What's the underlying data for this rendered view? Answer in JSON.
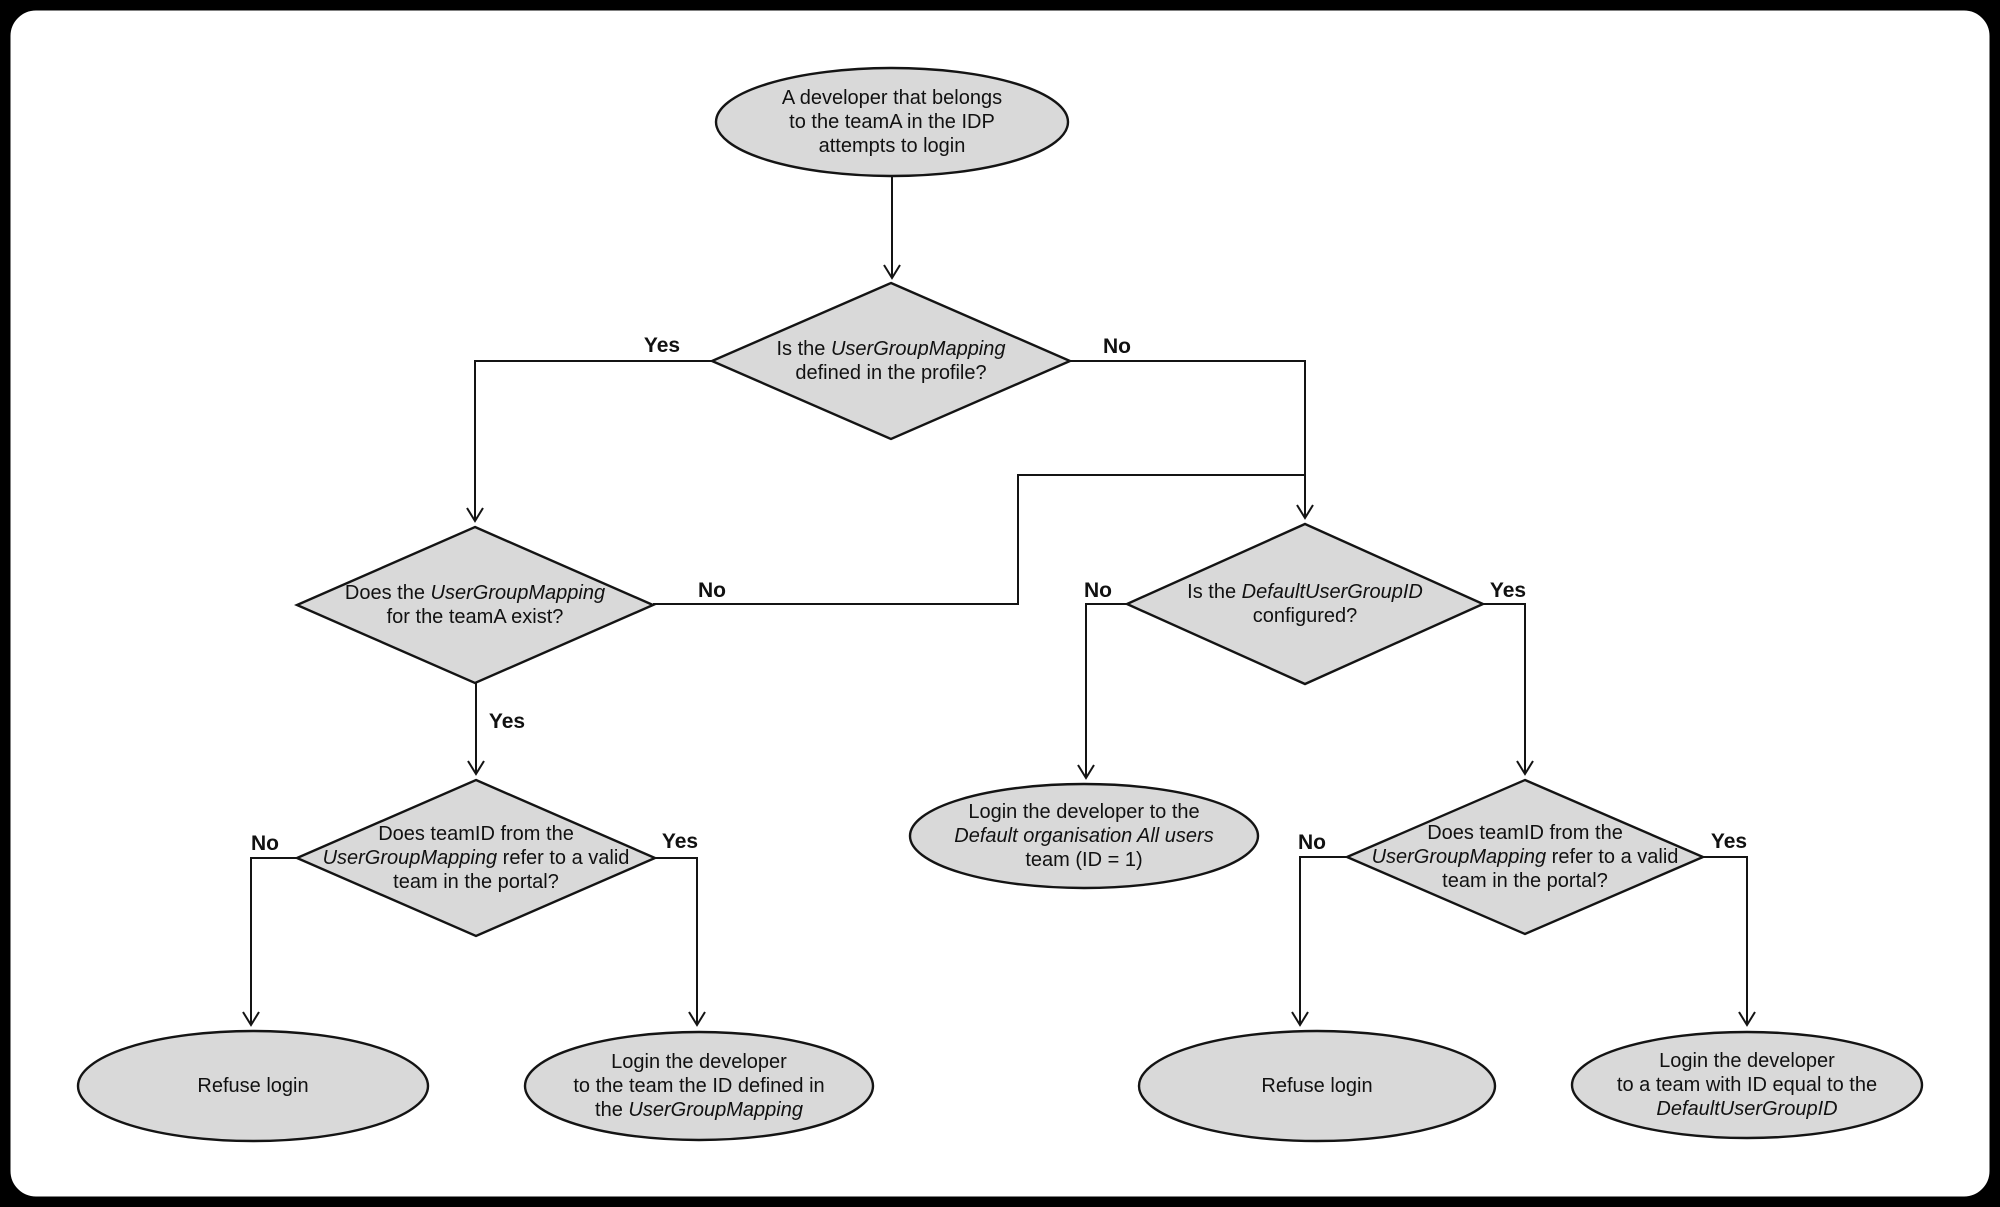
{
  "colors": {
    "page_background": "#000000",
    "canvas_background": "#ffffff",
    "frame_border": "#000000",
    "node_fill": "#d9d9d9",
    "node_stroke": "#141414",
    "edge": "#141414",
    "text": "#111111"
  },
  "nodes": {
    "start": {
      "line1": "A developer that belongs",
      "line2": "to the teamA in the IDP",
      "line3": "attempts to login"
    },
    "d1": {
      "l1a": "Is the ",
      "l1b": "UserGroupMapping",
      "l2": "defined in the profile?"
    },
    "d2": {
      "l1a": "Does the ",
      "l1b": "UserGroupMapping",
      "l2": "for the teamA exist?"
    },
    "d3": {
      "l1a": "Is the ",
      "l1b": "DefaultUserGroupID",
      "l2": "configured?"
    },
    "d4": {
      "l1": "Does teamID from the",
      "l2a": "UserGroupMapping",
      "l2b": " refer to a valid",
      "l3": "team in the portal?"
    },
    "d5": {
      "l1": "Does teamID from the",
      "l2a": "UserGroupMapping",
      "l2b": " refer to a valid",
      "l3": "team in the portal?"
    },
    "e_default_team": {
      "l1": "Login the developer to the",
      "l2": "Default organisation All users",
      "l3": "team (ID = 1)"
    },
    "e_refuse_left": {
      "l1": "Refuse login"
    },
    "e_login_mapping": {
      "l1": "Login the developer",
      "l2": "to the team the ID defined in",
      "l3a": "the ",
      "l3b": "UserGroupMapping"
    },
    "e_refuse_right": {
      "l1": "Refuse login"
    },
    "e_login_default_id": {
      "l1": "Login the developer",
      "l2": "to a team with ID equal to the",
      "l3": "DefaultUserGroupID"
    }
  },
  "edge_labels": {
    "d1_yes": "Yes",
    "d1_no": "No",
    "d2_yes": "Yes",
    "d2_no": "No",
    "d3_yes": "Yes",
    "d3_no": "No",
    "d4_yes": "Yes",
    "d4_no": "No",
    "d5_yes": "Yes",
    "d5_no": "No"
  }
}
